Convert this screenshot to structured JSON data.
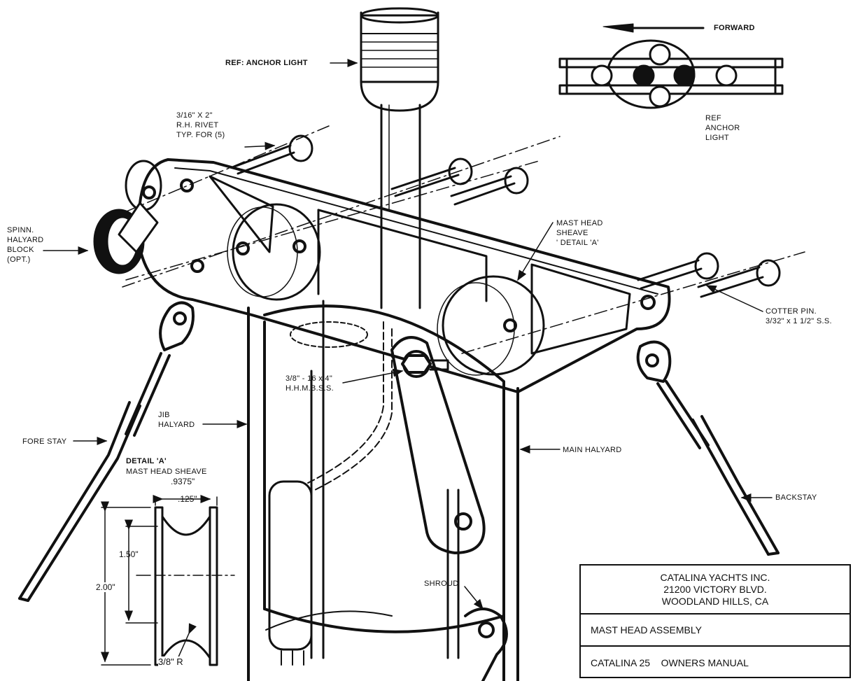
{
  "labels": {
    "forward": "FORWARD",
    "anchor_light_ref": "REF: ANCHOR LIGHT",
    "rivet": [
      "3/16\" x 2\"",
      "R.H. RIVET",
      "TYP. FOR (5)"
    ],
    "spinn": [
      "SPINN.",
      "HALYARD",
      "BLOCK",
      "(OPT.)"
    ],
    "mast_head_sheave": [
      "MAST HEAD",
      "SHEAVE",
      "' DETAIL 'A'"
    ],
    "ref_anchor_light": [
      "REF",
      "ANCHOR",
      "LIGHT"
    ],
    "cotter_pin": [
      "COTTER PIN.",
      "3/32\" x 1 1/2\" S.S."
    ],
    "bolt": [
      "3/8\" - 16 x 4\"",
      "H.H.M.B.S.S."
    ],
    "jib_halyard": [
      "JIB",
      "HALYARD"
    ],
    "fore_stay": "FORE STAY",
    "main_halyard": "MAIN HALYARD",
    "backstay": "BACKSTAY",
    "shroud": "SHROUD",
    "detail_a": "DETAIL 'A'",
    "detail_a_sub": "MAST HEAD SHEAVE",
    "dim_9375": ".9375\"",
    "dim_125": ".125\"",
    "dim_150": "1.50\"",
    "dim_200": "2.00\"",
    "dim_radius": "3/8\" R"
  },
  "title_block": {
    "company": "CATALINA YACHTS INC.",
    "address": "21200 VICTORY BLVD.",
    "city": "WOODLAND HILLS, CA",
    "drawing_title": "MAST HEAD ASSEMBLY",
    "manual": "CATALINA 25    OWNERS MANUAL"
  }
}
